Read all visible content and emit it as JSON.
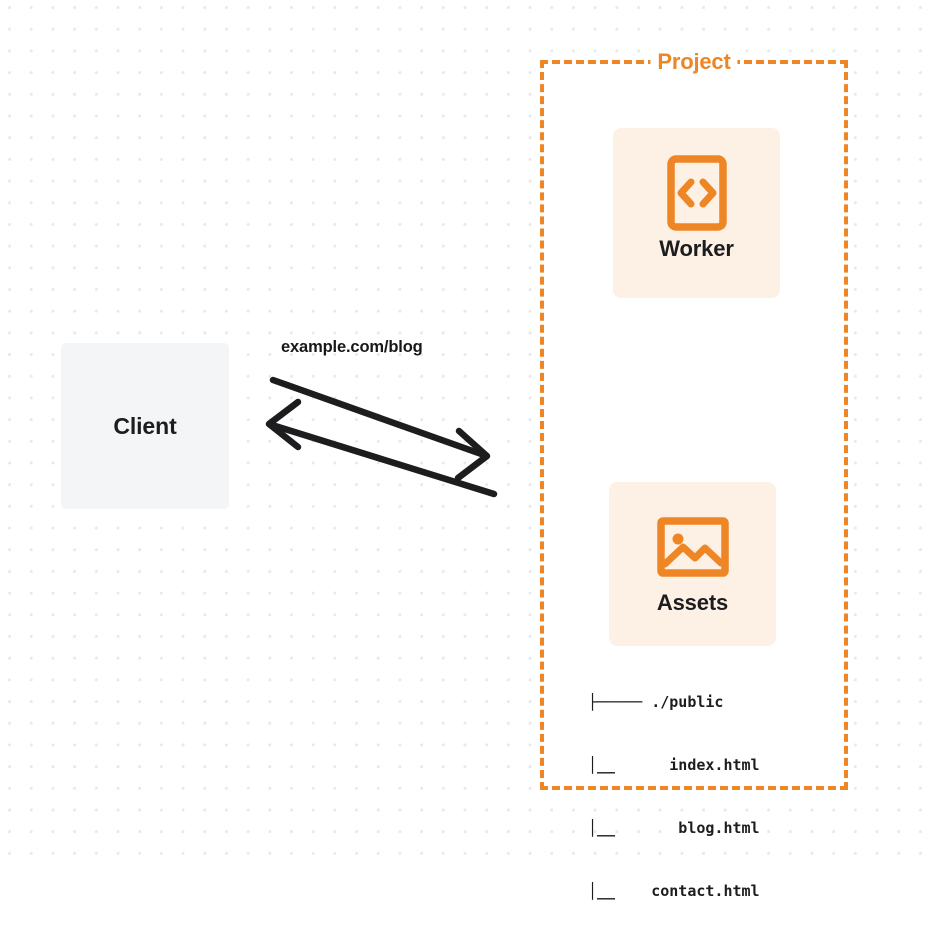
{
  "diagram": {
    "type": "architecture-flow",
    "background": {
      "style": "dot-grid",
      "dot_color": "#e9e9ea",
      "page_color": "#ffffff"
    },
    "colors": {
      "accent_orange": "#ef8625",
      "card_background": "#fdf1e6",
      "client_background": "#f4f5f6",
      "text_dark": "#1d1d1f",
      "arrow": "#1d1d1f"
    },
    "client": {
      "label": "Client"
    },
    "edge": {
      "label": "example.com/blog",
      "request_direction": "client-to-project",
      "response_direction": "project-to-client"
    },
    "project": {
      "title": "Project",
      "nodes": [
        {
          "id": "worker",
          "label": "Worker",
          "icon": "code-brackets-icon",
          "icon_glyph": "<>"
        },
        {
          "id": "assets",
          "label": "Assets",
          "icon": "image-icon"
        }
      ],
      "file_tree": {
        "root": "./public",
        "root_line": "├───── ./public",
        "children": [
          "index.html",
          "blog.html",
          "contact.html"
        ],
        "child_lines": [
          "│__      index.html",
          "│__       blog.html",
          "│__    contact.html"
        ]
      }
    }
  }
}
